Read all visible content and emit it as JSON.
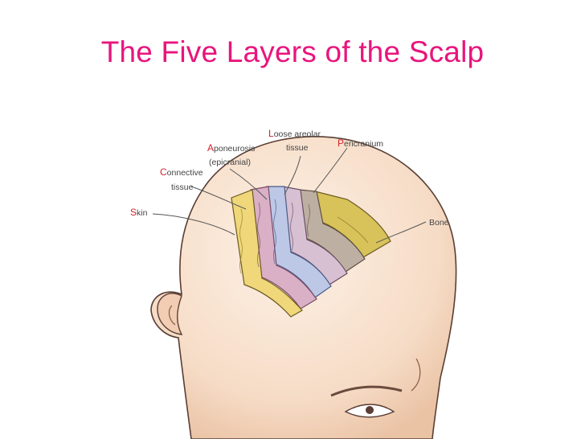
{
  "slide": {
    "title": "The Five Layers of the Scalp"
  },
  "labels": {
    "skin": {
      "initial": "S",
      "rest": "kin"
    },
    "connective": {
      "initial": "C",
      "rest": "onnective",
      "line2": "tissue"
    },
    "aponeurosis": {
      "initial": "A",
      "rest": "poneurosis",
      "line2": "(epicranial)"
    },
    "loose": {
      "initial": "L",
      "rest": "oose areolar",
      "line2": "tissue"
    },
    "pericranium": {
      "initial": "P",
      "rest": "ericranium"
    },
    "bone": "Bone"
  },
  "colors": {
    "title": "#e8157c",
    "initial_letters": "#d4222c",
    "skin_tone": "#f6dcc6",
    "skin_layer": "#efd77a",
    "connective_layer": "#d9b0c6",
    "aponeurosis_layer": "#bcc8e6",
    "loose_areolar_layer": "#d7c0d2",
    "pericranium_layer": "#bdb0a2",
    "bone_layer": "#d8c25a"
  }
}
